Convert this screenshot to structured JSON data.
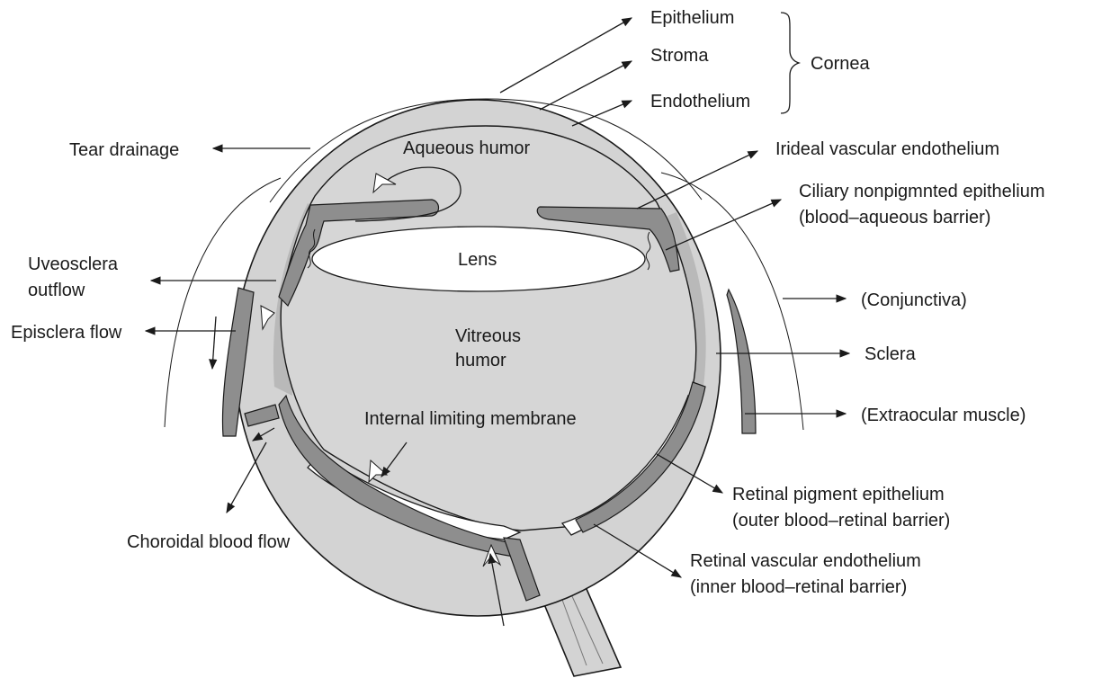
{
  "cornea": {
    "epithelium": "Epithelium",
    "stroma": "Stroma",
    "endothelium": "Endothelium",
    "group": "Cornea"
  },
  "labels": {
    "tear_drainage": "Tear drainage",
    "aqueous_humor": "Aqueous humor",
    "irideal": "Irideal vascular endothelium",
    "ciliary_1": "Ciliary nonpigmnted epithelium",
    "ciliary_2": "(blood–aqueous barrier)",
    "uveosclera_1": "Uveosclera",
    "uveosclera_2": "outflow",
    "lens": "Lens",
    "conjunctiva": "(Conjunctiva)",
    "episclera": "Episclera flow",
    "vitreous_1": "Vitreous",
    "vitreous_2": "humor",
    "sclera": "Sclera",
    "extraocular": "(Extraocular muscle)",
    "ilm": "Internal limiting membrane",
    "rpe_1": "Retinal pigment epithelium",
    "rpe_2": "(outer blood–retinal barrier)",
    "choroidal": "Choroidal blood flow",
    "rve_1": "Retinal vascular endothelium",
    "rve_2": "(inner blood–retinal barrier)"
  },
  "colors": {
    "tissue_light": "#d3d3d3",
    "tissue_dark": "#8e8e8e",
    "outline": "#1a1a1a"
  }
}
